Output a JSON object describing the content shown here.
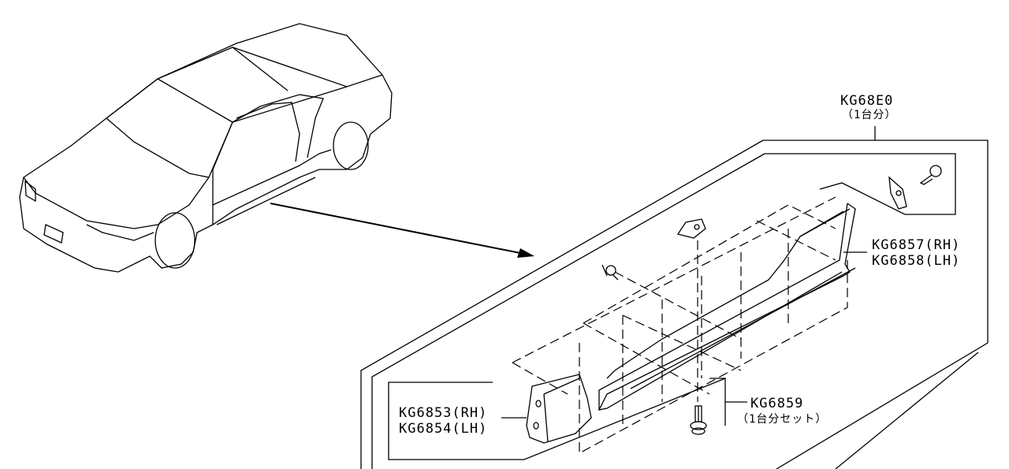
{
  "diagram": {
    "assembly": {
      "part_no": "KG68E0",
      "qty_note": "（1台分）"
    },
    "side_sill_rear": {
      "rh": "KG6857(RH)",
      "lh": "KG6858(LH)"
    },
    "side_sill_front": {
      "rh": "KG6853(RH)",
      "lh": "KG6854(LH)"
    },
    "fastener_set": {
      "part_no": "KG6859",
      "qty_note": "（1台分セット）"
    }
  }
}
